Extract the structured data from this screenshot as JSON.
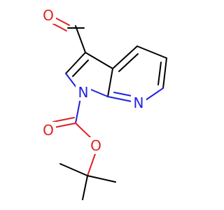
{
  "molecule": {
    "atoms": {
      "aldehyde_o": {
        "label": "O",
        "color": "#e02020"
      },
      "pyrrole_n": {
        "label": "N",
        "color": "#2020e0"
      },
      "pyridine_n": {
        "label": "N",
        "color": "#2020e0"
      },
      "carbonyl_o": {
        "label": "O",
        "color": "#e02020"
      },
      "ester_o": {
        "label": "O",
        "color": "#e02020"
      }
    }
  }
}
